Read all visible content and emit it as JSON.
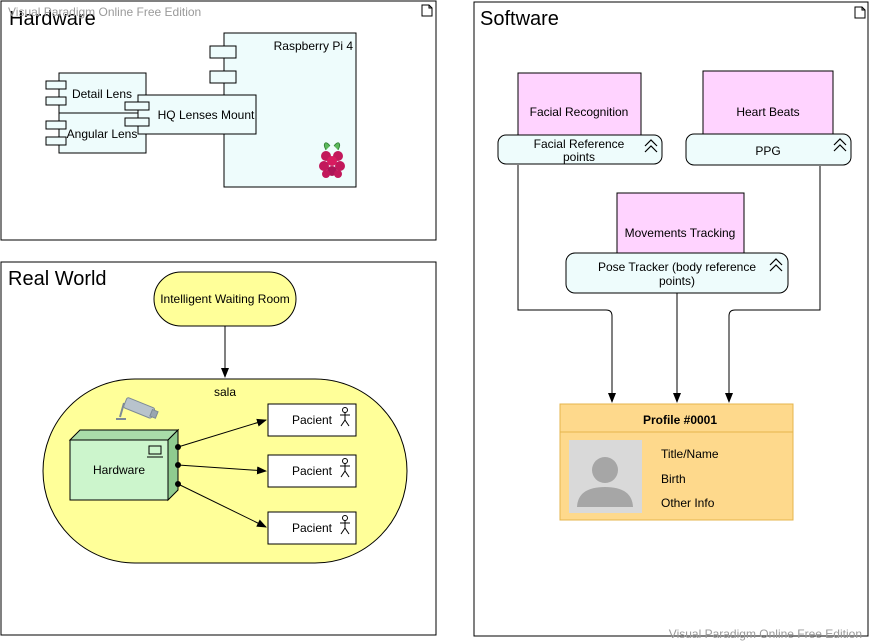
{
  "watermark": {
    "top": "Visual Paradigm Online Free Edition",
    "bottom": "Visual Paradigm Online Free Edition"
  },
  "hardware": {
    "title": "Hardware",
    "raspberry_label": "Raspberry Pi 4",
    "detail_lens": "Detail Lens",
    "angular_lens": "Angular Lens",
    "hq_mount": "HQ Lenses Mount"
  },
  "real_world": {
    "title": "Real World",
    "waiting_room": "Intelligent Waiting Room",
    "sala": "sala",
    "hardware_node": "Hardware",
    "pacients": [
      "Pacient",
      "Pacient",
      "Pacient"
    ]
  },
  "software": {
    "title": "Software",
    "facial_recognition": "Facial Recognition",
    "facial_points_line1": "Facial Reference",
    "facial_points_line2": "points",
    "heart_beats": "Heart Beats",
    "ppg": "PPG",
    "movements_tracking": "Movements Tracking",
    "pose_line1": "Pose Tracker (body reference",
    "pose_line2": "points)",
    "profile": {
      "title": "Profile #0001",
      "fields": [
        "Title/Name",
        "Birth",
        "Other Info"
      ]
    }
  },
  "colors": {
    "lightblue": "#eefcfc",
    "pink": "#ffd3ff",
    "yellow": "#ffff99",
    "green": "#ccf5cc",
    "orange": "#fed98c",
    "orange_border": "#e5b54c"
  }
}
